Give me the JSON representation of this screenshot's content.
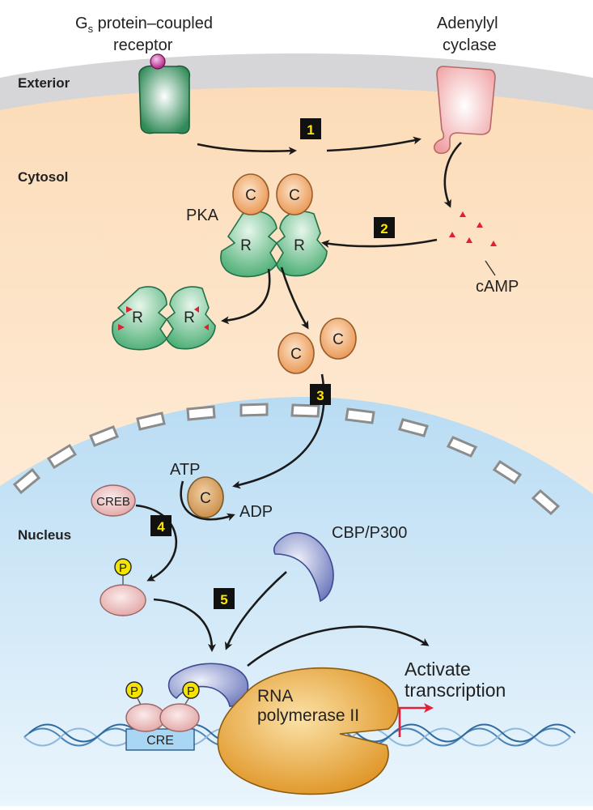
{
  "labels": {
    "receptor_line1": "G",
    "receptor_sub": "s",
    "receptor_line1_rest": " protein–coupled",
    "receptor_line2": "receptor",
    "cyclase_line1": "Adenylyl",
    "cyclase_line2": "cyclase",
    "exterior": "Exterior",
    "cytosol": "Cytosol",
    "nucleus": "Nucleus",
    "pka": "PKA",
    "camp": "cAMP",
    "atp": "ATP",
    "adp": "ADP",
    "creb": "CREB",
    "cbp": "CBP/P300",
    "cre": "CRE",
    "rnapol_line1": "RNA",
    "rnapol_line2": "polymerase II",
    "activate_line1": "Activate",
    "activate_line2": "transcription",
    "c": "C",
    "r": "R",
    "p": "P"
  },
  "steps": [
    "1",
    "2",
    "3",
    "4",
    "5"
  ],
  "colors": {
    "membrane": "#d6d6d8",
    "cytosol": "#fde3c4",
    "nucleus": "#cfe6f7",
    "catalytic": "#f0b07c",
    "regulatory": "#4db878",
    "receptor": "#3f9f6a",
    "cyclase": "#f4a8a8",
    "camp": "#e0202e",
    "creb": "#efc3c3",
    "phosphate": "#f5e400",
    "cbp": "#8591c9",
    "polymerase": "#eca62c",
    "dna": "#5f97c4",
    "promoter_arrow": "#e3203a"
  }
}
